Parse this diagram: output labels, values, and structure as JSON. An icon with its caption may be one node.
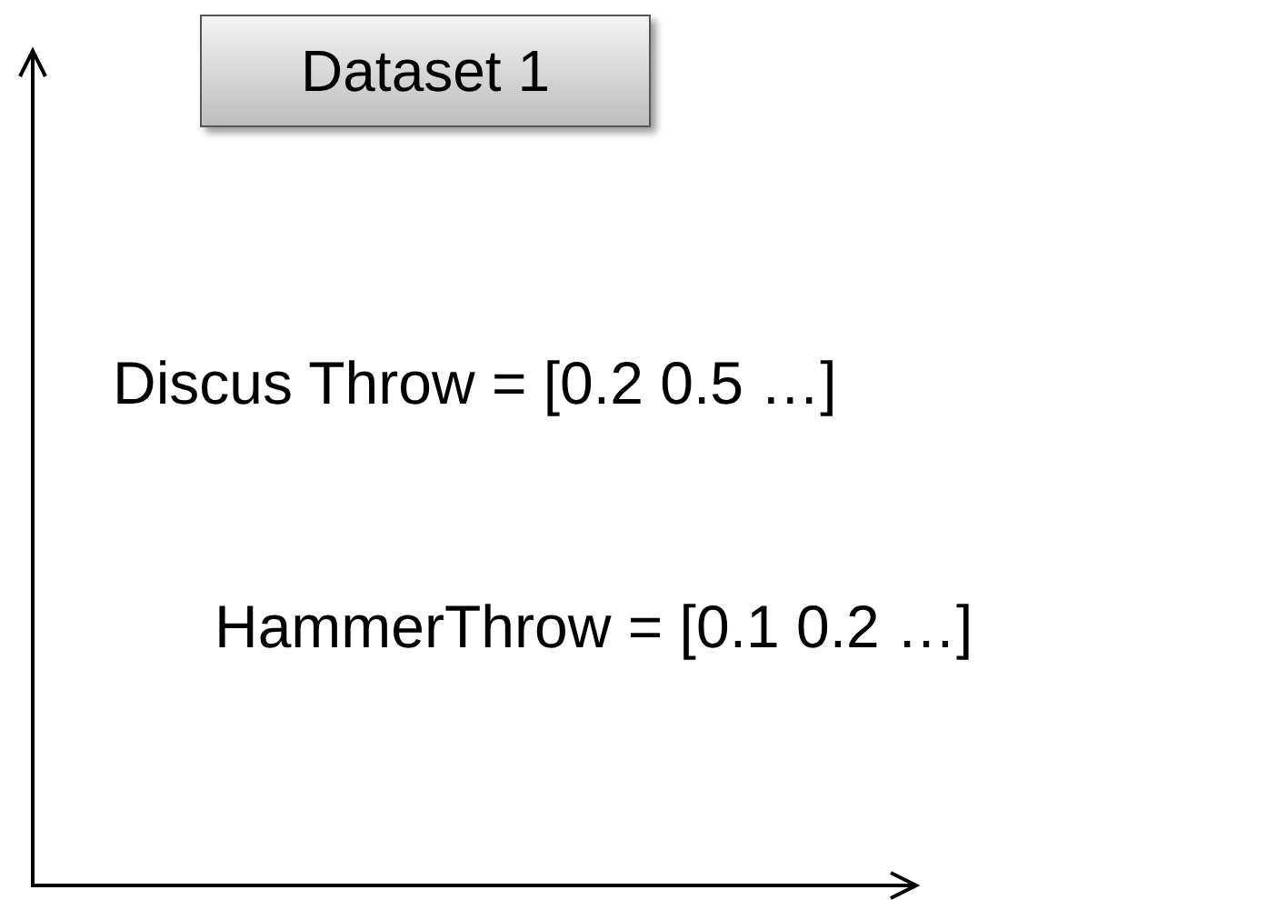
{
  "diagram": {
    "nodes": [
      {
        "text": [
          "Dataset 1"
        ]
      }
    ],
    "edges": [],
    "labels": [
      "Discus Throw = [0.2 0.5 …]",
      "HammerThrow = [0.1 0.2 …]"
    ]
  }
}
